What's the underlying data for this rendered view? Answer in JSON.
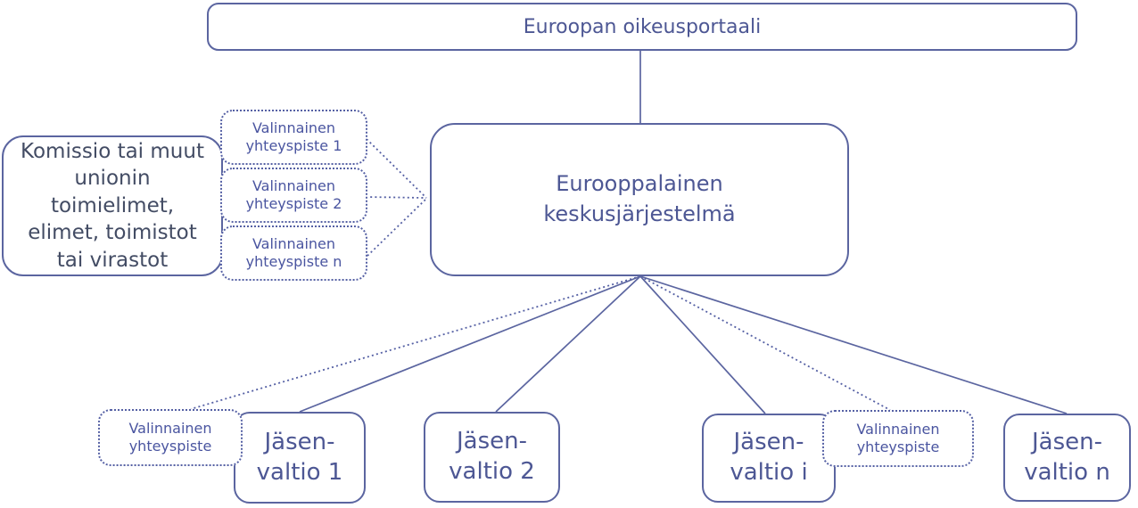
{
  "colors": {
    "border_solid": "#5b65a0",
    "border_dotted": "#5560a4",
    "text_main": "#4d5794",
    "text_commission": "#434c64",
    "text_small": "#4a55a0",
    "background": "#ffffff"
  },
  "nodes": {
    "portal": "Euroopan oikeusportaali",
    "central": "Eurooppalainen\nkeskusjärjestelmä",
    "commission": "Komissio tai muut\nunionin\ntoimielimet,\nelimet, toimistot\ntai virastot",
    "optional_contact_1": "Valinnainen\nyhteyspiste 1",
    "optional_contact_2": "Valinnainen\nyhteyspiste 2",
    "optional_contact_n": "Valinnainen\nyhteyspiste n",
    "member_state_1": "Jäsen-\nvaltio 1",
    "member_state_2": "Jäsen-\nvaltio 2",
    "member_state_i": "Jäsen-\nvaltio i",
    "member_state_n": "Jäsen-\nvaltio n",
    "optional_contact_ms1": "Valinnainen\nyhteyspiste",
    "optional_contact_msi": "Valinnainen\nyhteyspiste"
  },
  "edges": [
    {
      "from": "portal",
      "to": "central",
      "style": "solid"
    },
    {
      "from": "optional_contact_1",
      "to": "central",
      "style": "dotted"
    },
    {
      "from": "optional_contact_2",
      "to": "central",
      "style": "dotted"
    },
    {
      "from": "optional_contact_n",
      "to": "central",
      "style": "dotted"
    },
    {
      "from": "central",
      "to": "optional_contact_ms1",
      "style": "dotted"
    },
    {
      "from": "central",
      "to": "member_state_1",
      "style": "solid"
    },
    {
      "from": "central",
      "to": "member_state_2",
      "style": "solid"
    },
    {
      "from": "central",
      "to": "member_state_i",
      "style": "solid"
    },
    {
      "from": "central",
      "to": "optional_contact_msi",
      "style": "dotted"
    },
    {
      "from": "central",
      "to": "member_state_n",
      "style": "solid"
    }
  ]
}
